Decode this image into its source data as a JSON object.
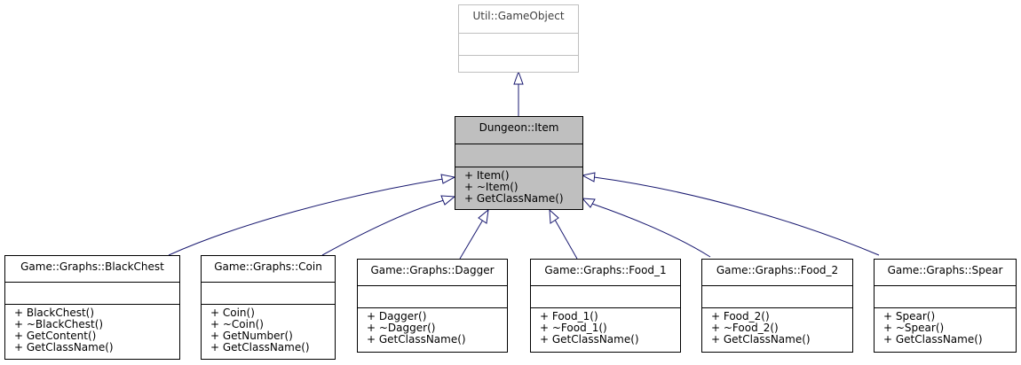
{
  "colors": {
    "edge": "#191970",
    "focus_fill": "#bfbfbf",
    "faded_border": "#bfbfbf"
  },
  "classes": {
    "gameobject": {
      "name": "Util::GameObject",
      "operations": []
    },
    "item": {
      "name": "Dungeon::Item",
      "operations": [
        "+ Item()",
        "+ ~Item()",
        "+ GetClassName()"
      ]
    },
    "blackchest": {
      "name": "Game::Graphs::BlackChest",
      "operations": [
        "+ BlackChest()",
        "+ ~BlackChest()",
        "+ GetContent()",
        "+ GetClassName()"
      ]
    },
    "coin": {
      "name": "Game::Graphs::Coin",
      "operations": [
        "+ Coin()",
        "+ ~Coin()",
        "+ GetNumber()",
        "+ GetClassName()"
      ]
    },
    "dagger": {
      "name": "Game::Graphs::Dagger",
      "operations": [
        "+ Dagger()",
        "+ ~Dagger()",
        "+ GetClassName()"
      ]
    },
    "food1": {
      "name": "Game::Graphs::Food_1",
      "operations": [
        "+ Food_1()",
        "+ ~Food_1()",
        "+ GetClassName()"
      ]
    },
    "food2": {
      "name": "Game::Graphs::Food_2",
      "operations": [
        "+ Food_2()",
        "+ ~Food_2()",
        "+ GetClassName()"
      ]
    },
    "spear": {
      "name": "Game::Graphs::Spear",
      "operations": [
        "+ Spear()",
        "+ ~Spear()",
        "+ GetClassName()"
      ]
    }
  },
  "relations": [
    {
      "from": "item",
      "to": "gameobject",
      "type": "inheritance"
    },
    {
      "from": "blackchest",
      "to": "item",
      "type": "inheritance"
    },
    {
      "from": "coin",
      "to": "item",
      "type": "inheritance"
    },
    {
      "from": "dagger",
      "to": "item",
      "type": "inheritance"
    },
    {
      "from": "food1",
      "to": "item",
      "type": "inheritance"
    },
    {
      "from": "food2",
      "to": "item",
      "type": "inheritance"
    },
    {
      "from": "spear",
      "to": "item",
      "type": "inheritance"
    }
  ]
}
